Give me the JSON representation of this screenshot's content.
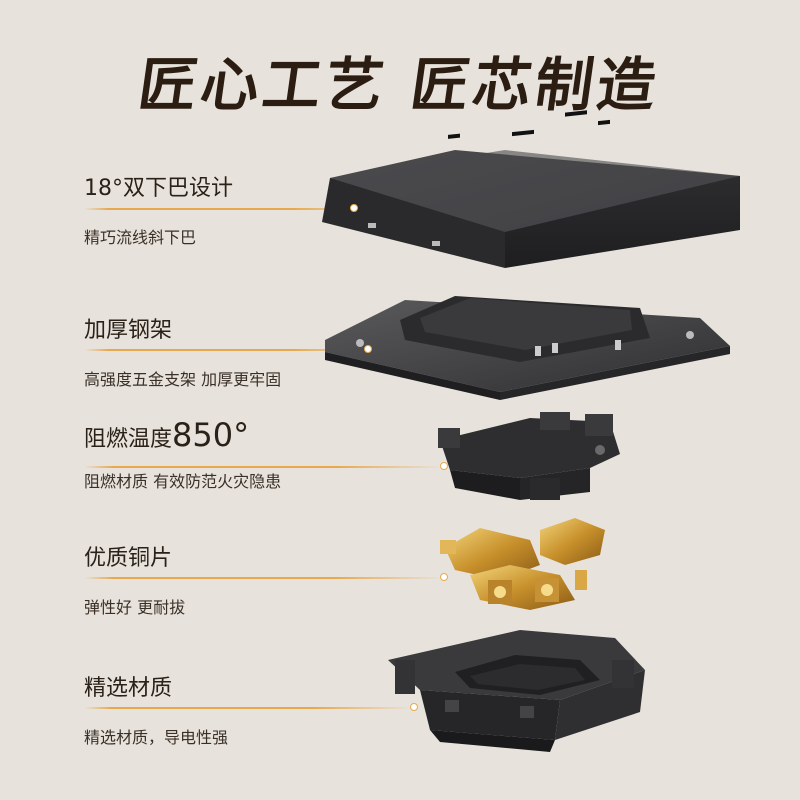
{
  "headline": "匠心工艺 匠芯制造",
  "features": [
    {
      "title": "18°双下巴设计",
      "desc": "精巧流线斜下巴"
    },
    {
      "title": "加厚钢架",
      "desc": "高强度五金支架 加厚更牢固"
    },
    {
      "title_prefix": "阻燃温度",
      "title_big": "850°",
      "desc": "阻燃材质 有效防范火灾隐患"
    },
    {
      "title": "优质铜片",
      "desc": "弹性好 更耐拔"
    },
    {
      "title": "精选材质",
      "desc": "精选材质，导电性强"
    }
  ],
  "colors": {
    "background": "#e7e3dc",
    "accent_line": "#e8a94e",
    "headline": "#2b1d12",
    "part_dark": "#3b3b3d",
    "copper": "#d4a33a"
  }
}
